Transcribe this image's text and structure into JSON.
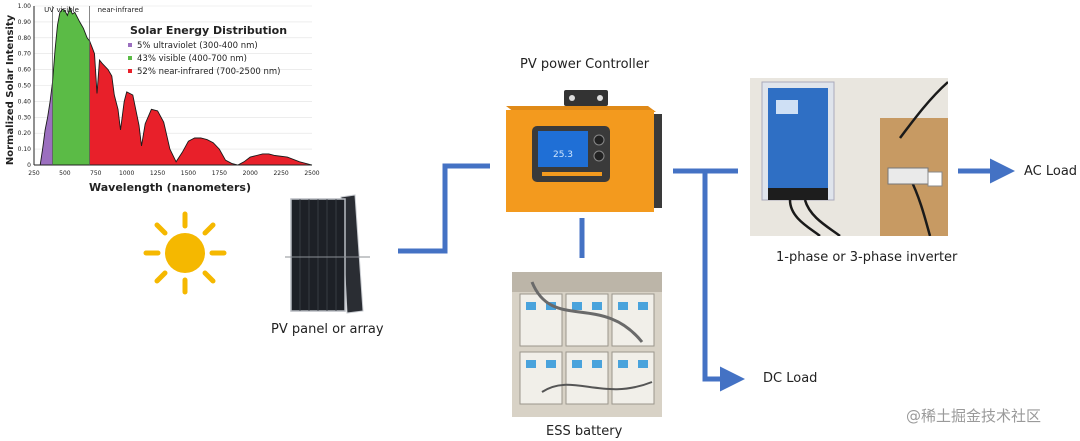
{
  "chart_data": {
    "type": "area",
    "title": "Solar Energy Distribution",
    "xlabel": "Wavelength (nanometers)",
    "ylabel": "Normalized Solar Intensity",
    "xlim": [
      250,
      2500
    ],
    "ylim": [
      0,
      1
    ],
    "yticks": [
      "0",
      "0.10",
      "0.20",
      "0.30",
      "0.40",
      "0.50",
      "0.60",
      "0.70",
      "0.80",
      "0.90",
      "1.00"
    ],
    "xticks": [
      "250",
      "500",
      "750",
      "1000",
      "1250",
      "1500",
      "1750",
      "2000",
      "2250",
      "2500"
    ],
    "regions": [
      {
        "name": "UV",
        "from": 300,
        "to": 400,
        "color": "#9b6fbf"
      },
      {
        "name": "visible",
        "from": 400,
        "to": 700,
        "color": "#5bbb46"
      },
      {
        "name": "near-infrared",
        "from": 700,
        "to": 2500,
        "color": "#e8202a"
      }
    ],
    "legend": [
      {
        "text": "5% ultraviolet (300-400 nm)",
        "color": "#9b6fbf"
      },
      {
        "text": "43% visible (400-700 nm)",
        "color": "#5bbb46"
      },
      {
        "text": "52% near-infrared (700-2500 nm)",
        "color": "#e8202a"
      }
    ],
    "curve": [
      [
        300,
        0.0
      ],
      [
        320,
        0.1
      ],
      [
        340,
        0.22
      ],
      [
        360,
        0.3
      ],
      [
        380,
        0.4
      ],
      [
        400,
        0.52
      ],
      [
        420,
        0.72
      ],
      [
        440,
        0.88
      ],
      [
        460,
        0.96
      ],
      [
        480,
        0.98
      ],
      [
        500,
        0.97
      ],
      [
        520,
        0.94
      ],
      [
        540,
        0.99
      ],
      [
        560,
        0.95
      ],
      [
        580,
        0.96
      ],
      [
        600,
        0.93
      ],
      [
        620,
        0.9
      ],
      [
        650,
        0.86
      ],
      [
        680,
        0.8
      ],
      [
        700,
        0.78
      ],
      [
        720,
        0.74
      ],
      [
        740,
        0.7
      ],
      [
        760,
        0.45
      ],
      [
        780,
        0.66
      ],
      [
        800,
        0.64
      ],
      [
        850,
        0.6
      ],
      [
        880,
        0.56
      ],
      [
        900,
        0.44
      ],
      [
        930,
        0.35
      ],
      [
        950,
        0.22
      ],
      [
        980,
        0.4
      ],
      [
        1000,
        0.46
      ],
      [
        1050,
        0.44
      ],
      [
        1100,
        0.25
      ],
      [
        1120,
        0.12
      ],
      [
        1150,
        0.26
      ],
      [
        1200,
        0.35
      ],
      [
        1250,
        0.34
      ],
      [
        1300,
        0.27
      ],
      [
        1350,
        0.1
      ],
      [
        1400,
        0.02
      ],
      [
        1450,
        0.08
      ],
      [
        1500,
        0.15
      ],
      [
        1550,
        0.17
      ],
      [
        1600,
        0.17
      ],
      [
        1650,
        0.16
      ],
      [
        1700,
        0.14
      ],
      [
        1750,
        0.1
      ],
      [
        1800,
        0.03
      ],
      [
        1850,
        0.01
      ],
      [
        1900,
        0.0
      ],
      [
        1950,
        0.02
      ],
      [
        2000,
        0.05
      ],
      [
        2050,
        0.06
      ],
      [
        2100,
        0.07
      ],
      [
        2150,
        0.07
      ],
      [
        2200,
        0.06
      ],
      [
        2300,
        0.05
      ],
      [
        2400,
        0.02
      ],
      [
        2500,
        0.0
      ]
    ]
  },
  "labels": {
    "controller": "PV power Controller",
    "panel": "PV panel or array",
    "battery": "ESS battery",
    "inverter": "1-phase or 3-phase inverter",
    "ac_load": "AC Load",
    "dc_load": "DC Load",
    "watermark": "@稀土掘金技术社区"
  },
  "controller_display": "25.3",
  "colors": {
    "arrow": "#4472c4",
    "sun": "#f5b800",
    "controller": "#f39a1e"
  }
}
